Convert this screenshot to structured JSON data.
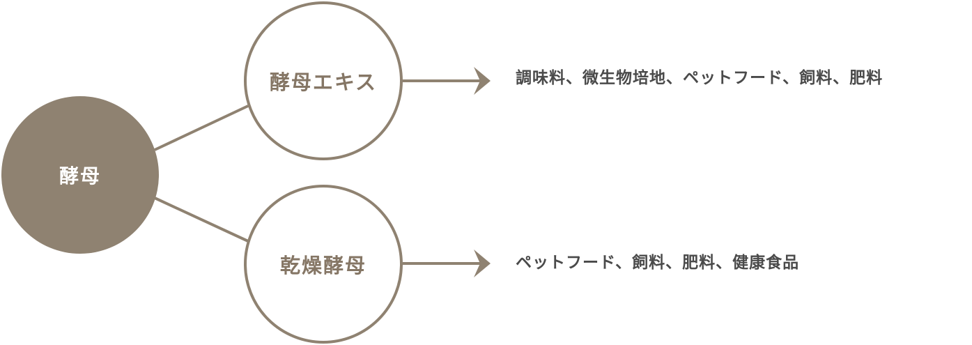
{
  "root": {
    "label": "酵母"
  },
  "products": [
    {
      "label": "酵母エキス",
      "uses": "調味料、微生物培地、ペットフード、飼料、肥料"
    },
    {
      "label": "乾燥酵母",
      "uses": "ペットフード、飼料、肥料、健康食品"
    }
  ],
  "colors": {
    "primary": "#8f8271",
    "node_text": "#857665",
    "use_text": "#4a4a4a",
    "background": "#ffffff"
  }
}
